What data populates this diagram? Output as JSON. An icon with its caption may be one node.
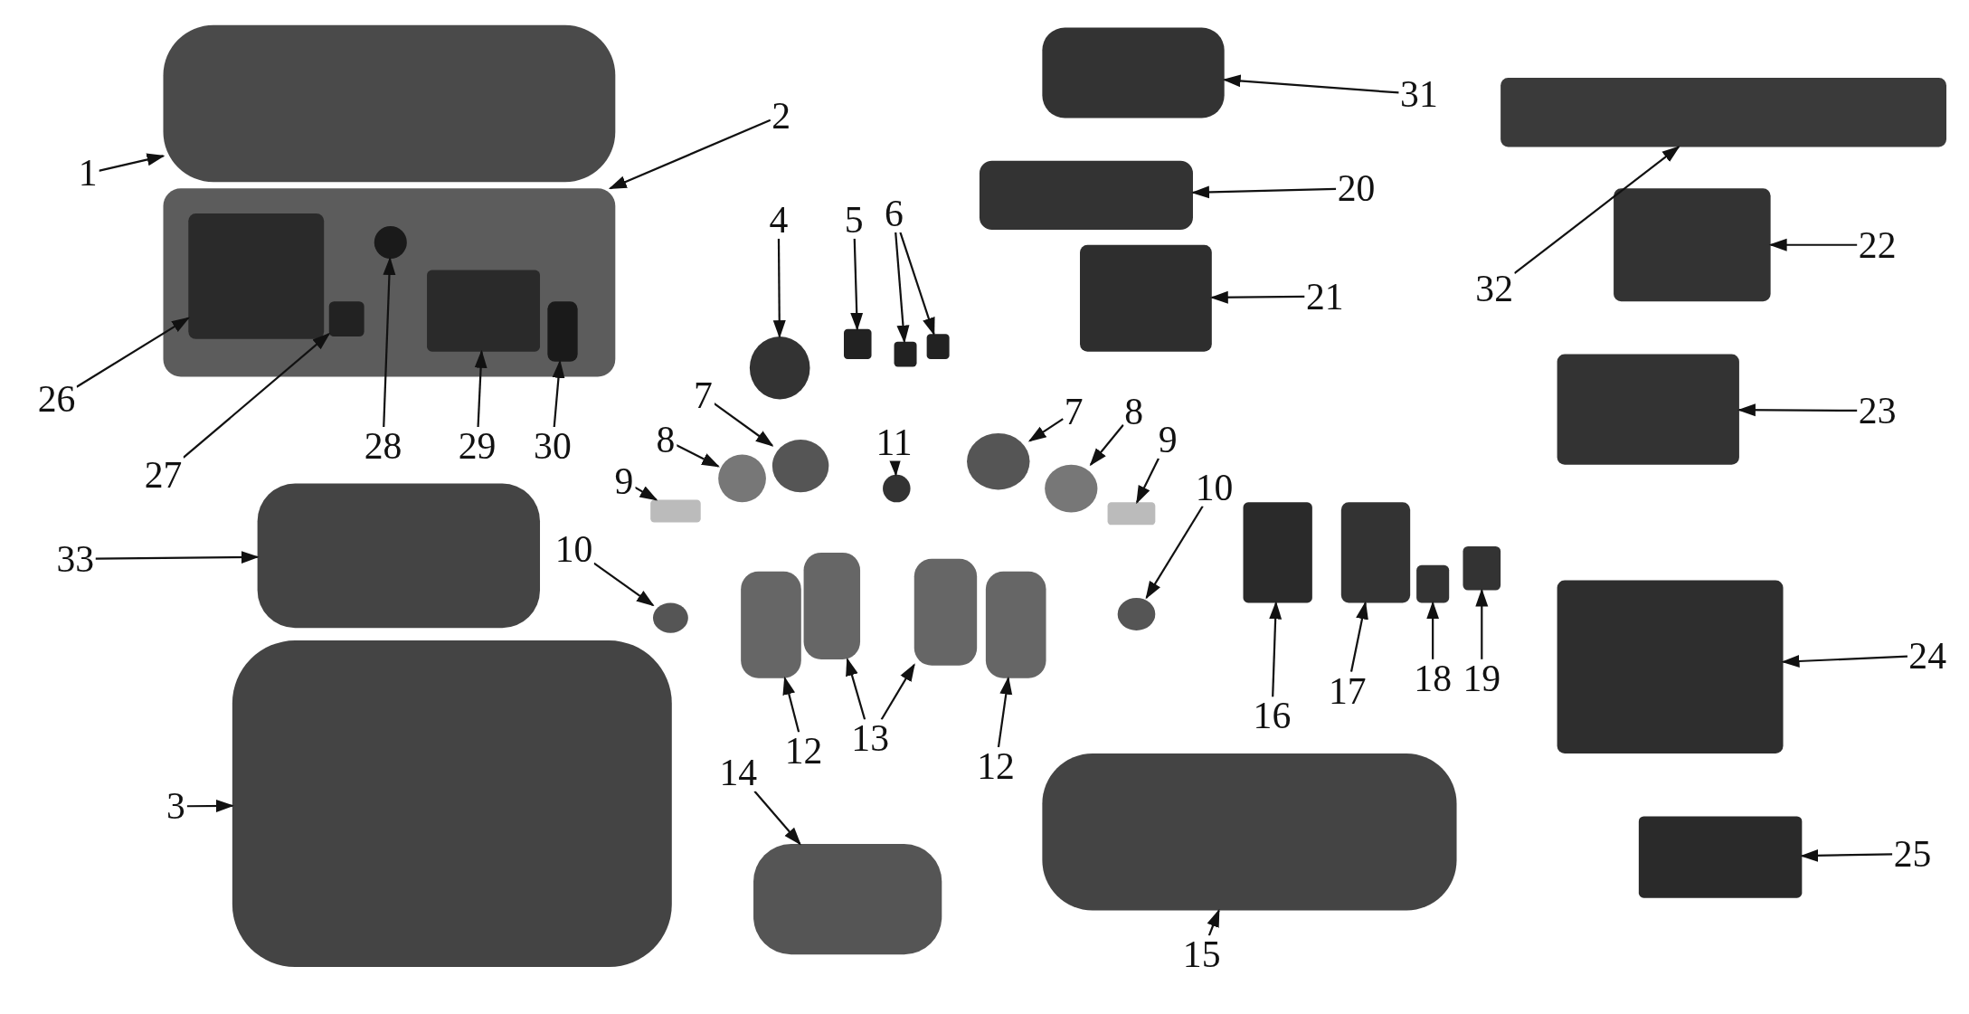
{
  "diagram": {
    "nodes": [
      {
        "text": [
          "1"
        ]
      },
      {
        "text": [
          "2"
        ]
      },
      {
        "text": [
          "26"
        ]
      },
      {
        "text": [
          "27"
        ]
      },
      {
        "text": [
          "28"
        ]
      },
      {
        "text": [
          "29"
        ]
      },
      {
        "text": [
          "30"
        ]
      },
      {
        "text": [
          "4"
        ]
      },
      {
        "text": [
          "5"
        ]
      },
      {
        "text": [
          "6"
        ]
      },
      {
        "text": [
          "31"
        ]
      },
      {
        "text": [
          "20"
        ]
      },
      {
        "text": [
          "21"
        ]
      },
      {
        "text": [
          "32"
        ]
      },
      {
        "text": [
          "22"
        ]
      },
      {
        "text": [
          "7"
        ]
      },
      {
        "text": [
          "8"
        ]
      },
      {
        "text": [
          "9"
        ]
      },
      {
        "text": [
          "11"
        ]
      },
      {
        "text": [
          "7"
        ]
      },
      {
        "text": [
          "8"
        ]
      },
      {
        "text": [
          "9"
        ]
      },
      {
        "text": [
          "23"
        ]
      },
      {
        "text": [
          "33"
        ]
      },
      {
        "text": [
          "10"
        ]
      },
      {
        "text": [
          "10"
        ]
      },
      {
        "text": [
          "16"
        ]
      },
      {
        "text": [
          "17"
        ]
      },
      {
        "text": [
          "18"
        ]
      },
      {
        "text": [
          "19"
        ]
      },
      {
        "text": [
          "24"
        ]
      },
      {
        "text": [
          "12"
        ]
      },
      {
        "text": [
          "13"
        ]
      },
      {
        "text": [
          "12"
        ]
      },
      {
        "text": [
          "14"
        ]
      },
      {
        "text": [
          "3"
        ]
      },
      {
        "text": [
          "25"
        ]
      },
      {
        "text": [
          "15"
        ]
      },
      {
        "text": [],
        "shape": "box"
      },
      {
        "text": [],
        "shape": "box"
      },
      {
        "text": [],
        "shape": "box",
        "in": 39
      },
      {
        "text": [],
        "shape": "box",
        "in": 39
      },
      {
        "text": [],
        "shape": "circle",
        "in": 39
      },
      {
        "text": [],
        "shape": "box",
        "in": 39
      },
      {
        "text": [],
        "shape": "box",
        "in": 39
      },
      {
        "text": [],
        "shape": "circle"
      },
      {
        "text": [],
        "shape": "box"
      },
      {
        "text": [],
        "shape": "box"
      },
      {
        "text": [],
        "shape": "box"
      },
      {
        "text": [],
        "shape": "box"
      },
      {
        "text": [],
        "shape": "box"
      },
      {
        "text": [],
        "shape": "box"
      },
      {
        "text": [],
        "shape": "box"
      },
      {
        "text": [],
        "shape": "box"
      },
      {
        "text": [],
        "shape": "circle"
      },
      {
        "text": [],
        "shape": "circle"
      },
      {
        "text": [],
        "shape": "box"
      },
      {
        "text": [],
        "shape": "circle"
      },
      {
        "text": [],
        "shape": "circle"
      },
      {
        "text": [],
        "shape": "circle"
      },
      {
        "text": [],
        "shape": "box"
      },
      {
        "text": [],
        "shape": "box"
      },
      {
        "text": [],
        "shape": "box"
      },
      {
        "text": [],
        "shape": "circle"
      },
      {
        "text": [],
        "shape": "circle"
      },
      {
        "text": [],
        "shape": "box"
      },
      {
        "text": [],
        "shape": "box"
      },
      {
        "text": [],
        "shape": "box"
      },
      {
        "text": [],
        "shape": "box"
      },
      {
        "text": [],
        "shape": "box"
      },
      {
        "text": [],
        "shape": "box"
      },
      {
        "text": [],
        "shape": "box"
      },
      {
        "text": [],
        "shape": "box"
      },
      {
        "text": [],
        "shape": "box"
      },
      {
        "text": [],
        "shape": "box"
      },
      {
        "text": [],
        "shape": "box"
      },
      {
        "text": [],
        "shape": "box"
      },
      {
        "text": [],
        "shape": "box"
      }
    ],
    "edges": [
      {
        "from": 0,
        "to": 38,
        "arrow": "to"
      },
      {
        "from": 1,
        "to": 39,
        "arrow": "to"
      },
      {
        "from": 2,
        "to": 40,
        "arrow": "to"
      },
      {
        "from": 3,
        "to": 41,
        "arrow": "to"
      },
      {
        "from": 4,
        "to": 42,
        "arrow": "to"
      },
      {
        "from": 5,
        "to": 43,
        "arrow": "to"
      },
      {
        "from": 6,
        "to": 44,
        "arrow": "to"
      },
      {
        "from": 7,
        "to": 45,
        "arrow": "to"
      },
      {
        "from": 8,
        "to": 46,
        "arrow": "to"
      },
      {
        "from": 9,
        "to": 47,
        "arrow": "to"
      },
      {
        "from": 9,
        "to": 48,
        "arrow": "to"
      },
      {
        "from": 10,
        "to": 49,
        "arrow": "to"
      },
      {
        "from": 11,
        "to": 50,
        "arrow": "to"
      },
      {
        "from": 12,
        "to": 51,
        "arrow": "to"
      },
      {
        "from": 13,
        "to": 52,
        "arrow": "to"
      },
      {
        "from": 14,
        "to": 53,
        "arrow": "to"
      },
      {
        "from": 15,
        "to": 54,
        "arrow": "to"
      },
      {
        "from": 16,
        "to": 55,
        "arrow": "to"
      },
      {
        "from": 17,
        "to": 56,
        "arrow": "to"
      },
      {
        "from": 18,
        "to": 57,
        "arrow": "to"
      },
      {
        "from": 19,
        "to": 58,
        "arrow": "to"
      },
      {
        "from": 20,
        "to": 59,
        "arrow": "to"
      },
      {
        "from": 21,
        "to": 60,
        "arrow": "to"
      },
      {
        "from": 22,
        "to": 61,
        "arrow": "to"
      },
      {
        "from": 23,
        "to": 62,
        "arrow": "to"
      },
      {
        "from": 24,
        "to": 63,
        "arrow": "to"
      },
      {
        "from": 25,
        "to": 64,
        "arrow": "to"
      },
      {
        "from": 26,
        "to": 65,
        "arrow": "to"
      },
      {
        "from": 27,
        "to": 66,
        "arrow": "to"
      },
      {
        "from": 28,
        "to": 67,
        "arrow": "to"
      },
      {
        "from": 29,
        "to": 68,
        "arrow": "to"
      },
      {
        "from": 30,
        "to": 69,
        "arrow": "to"
      },
      {
        "from": 31,
        "to": 70,
        "arrow": "to"
      },
      {
        "from": 32,
        "to": 71,
        "arrow": "to"
      },
      {
        "from": 32,
        "to": 72,
        "arrow": "to"
      },
      {
        "from": 33,
        "to": 73,
        "arrow": "to"
      },
      {
        "from": 34,
        "to": 74,
        "arrow": "to"
      },
      {
        "from": 35,
        "to": 75,
        "arrow": "to"
      },
      {
        "from": 36,
        "to": 76,
        "arrow": "to"
      },
      {
        "from": 37,
        "to": 77,
        "arrow": "to"
      }
    ]
  }
}
